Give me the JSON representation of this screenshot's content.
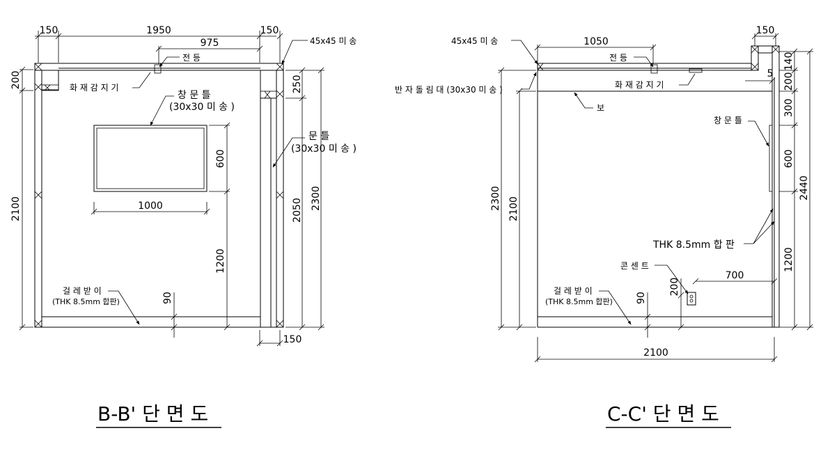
{
  "left": {
    "title": "B-B' 단 면 도",
    "dims": {
      "w150a": "150",
      "w1950": "1950",
      "w150b": "150",
      "w975": "975",
      "h200": "200",
      "h2100": "2100",
      "h250": "250",
      "h2050": "2050",
      "h2300": "2300",
      "h600": "600",
      "h1200": "1200",
      "w1000": "1000",
      "h90": "90",
      "w150c": "150"
    },
    "labels": {
      "pine_45": "45x45 미 송",
      "light": "전 등",
      "fire_detector": "화 재 감 지 기",
      "window_frame": "창 문 틀",
      "window_frame_spec": "(30x30 미 송 )",
      "door_frame": "문 틀",
      "door_frame_spec": "(30x30 미 송 )",
      "baseboard": "걸 레 받 이",
      "baseboard_spec": "(THK 8.5mm 합판)"
    }
  },
  "right": {
    "title": "C-C' 단 면 도",
    "dims": {
      "w1050": "1050",
      "w150": "150",
      "h140": "140",
      "w5": "5",
      "h200": "200",
      "h300": "300",
      "h600": "600",
      "h2440": "2440",
      "h1200": "1200",
      "h2300": "2300",
      "h2100": "2100",
      "w700": "700",
      "h200b": "200",
      "h90": "90",
      "w2100": "2100"
    },
    "labels": {
      "pine_45": "45x45 미 송",
      "light": "전 등",
      "fire_detector": "화 재 감 지 기",
      "rim_beam": "반 자 돌 림 대 (30x30 미 송 )",
      "beam": "보",
      "window_frame": "창 문 틀",
      "plywood": "THK 8.5mm 합 판",
      "outlet": "콘 센 트",
      "baseboard": "걸 레 받 이",
      "baseboard_spec": "(THK 8.5mm 합판)"
    }
  }
}
